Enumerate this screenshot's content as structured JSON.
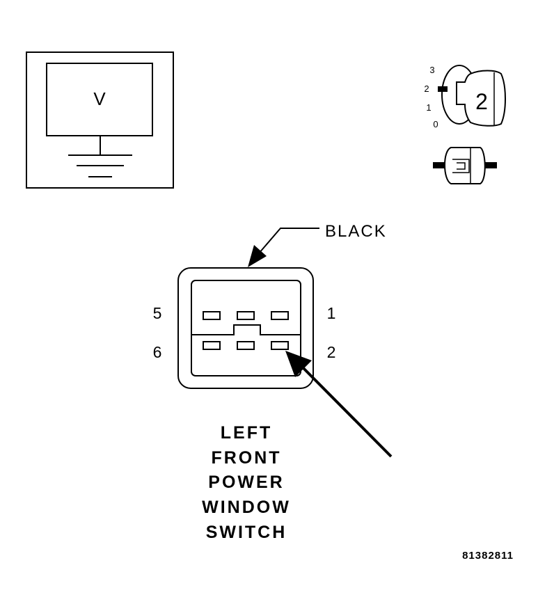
{
  "voltmeter": {
    "symbol": "V"
  },
  "ignition": {
    "positions": [
      "3",
      "2",
      "1",
      "0"
    ],
    "key_position": "2"
  },
  "connector": {
    "color_label": "BLACK",
    "pins": {
      "top_left": "5",
      "top_right": "1",
      "bottom_left": "6",
      "bottom_right": "2"
    }
  },
  "component_label": [
    "LEFT",
    "FRONT",
    "POWER",
    "WINDOW",
    "SWITCH"
  ],
  "figure_id": "81382811"
}
